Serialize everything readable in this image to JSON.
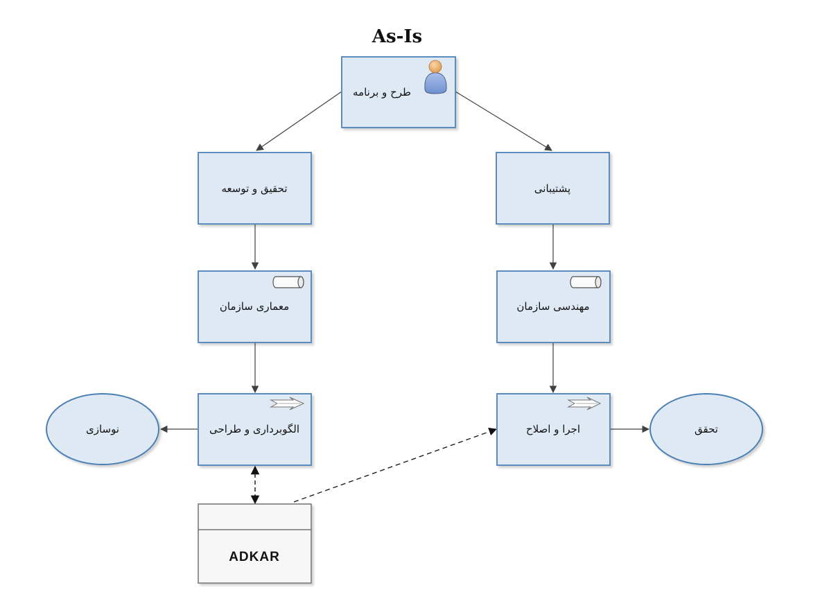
{
  "title": "As-Is",
  "colors": {
    "box_fill": "#dfe9f4",
    "box_stroke": "#5b8bbf",
    "arrow": "#404040",
    "adkar_fill": "#f5f5f5",
    "adkar_stroke": "#707070"
  },
  "nodes": {
    "plan": {
      "label": "طرح و برنامه",
      "icon": "person-icon"
    },
    "rnd": {
      "label": "تحقیق و توسعه"
    },
    "support": {
      "label": "پشتیبانی"
    },
    "ea": {
      "label": "معماری سازمان",
      "icon": "cylinder-icon"
    },
    "oe": {
      "label": "مهندسی سازمان",
      "icon": "cylinder-icon"
    },
    "modeling": {
      "label": "الگوبرداری و طراحی",
      "icon": "double-arrow-icon"
    },
    "implement": {
      "label": "اجرا و اصلاح",
      "icon": "double-arrow-icon"
    },
    "renewal": {
      "label": "نوسازی"
    },
    "realize": {
      "label": "تحقق"
    },
    "adkar": {
      "label": "ADKAR"
    }
  },
  "edges": [
    {
      "from": "plan",
      "to": "rnd",
      "style": "solid"
    },
    {
      "from": "plan",
      "to": "support",
      "style": "solid"
    },
    {
      "from": "rnd",
      "to": "ea",
      "style": "solid"
    },
    {
      "from": "support",
      "to": "oe",
      "style": "solid"
    },
    {
      "from": "ea",
      "to": "modeling",
      "style": "solid"
    },
    {
      "from": "oe",
      "to": "implement",
      "style": "solid"
    },
    {
      "from": "modeling",
      "to": "renewal",
      "style": "solid"
    },
    {
      "from": "implement",
      "to": "realize",
      "style": "solid"
    },
    {
      "from": "modeling",
      "to": "adkar",
      "style": "dashed-bidirectional"
    },
    {
      "from": "adkar",
      "to": "implement",
      "style": "dashed"
    }
  ]
}
